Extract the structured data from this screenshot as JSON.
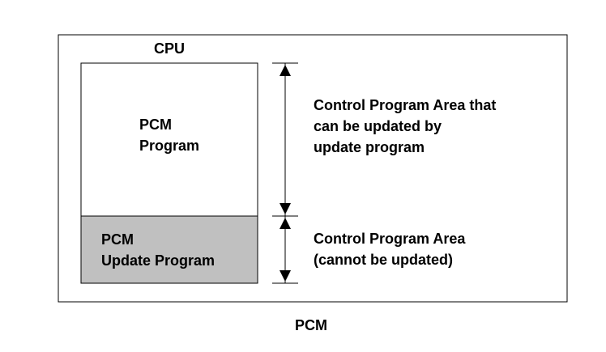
{
  "outer_label": "PCM",
  "cpu_label": "CPU",
  "upper_block": {
    "label_line1": "PCM",
    "label_line2": "Program",
    "fill": "#ffffff"
  },
  "lower_block": {
    "label_line1": "PCM",
    "label_line2": "Update Program",
    "fill": "#c0c0c0"
  },
  "upper_area_desc": {
    "line1": "Control Program Area that",
    "line2": "can be updated by",
    "line3": "update program"
  },
  "lower_area_desc": {
    "line1": "Control Program Area",
    "line2": "(cannot be updated)"
  }
}
